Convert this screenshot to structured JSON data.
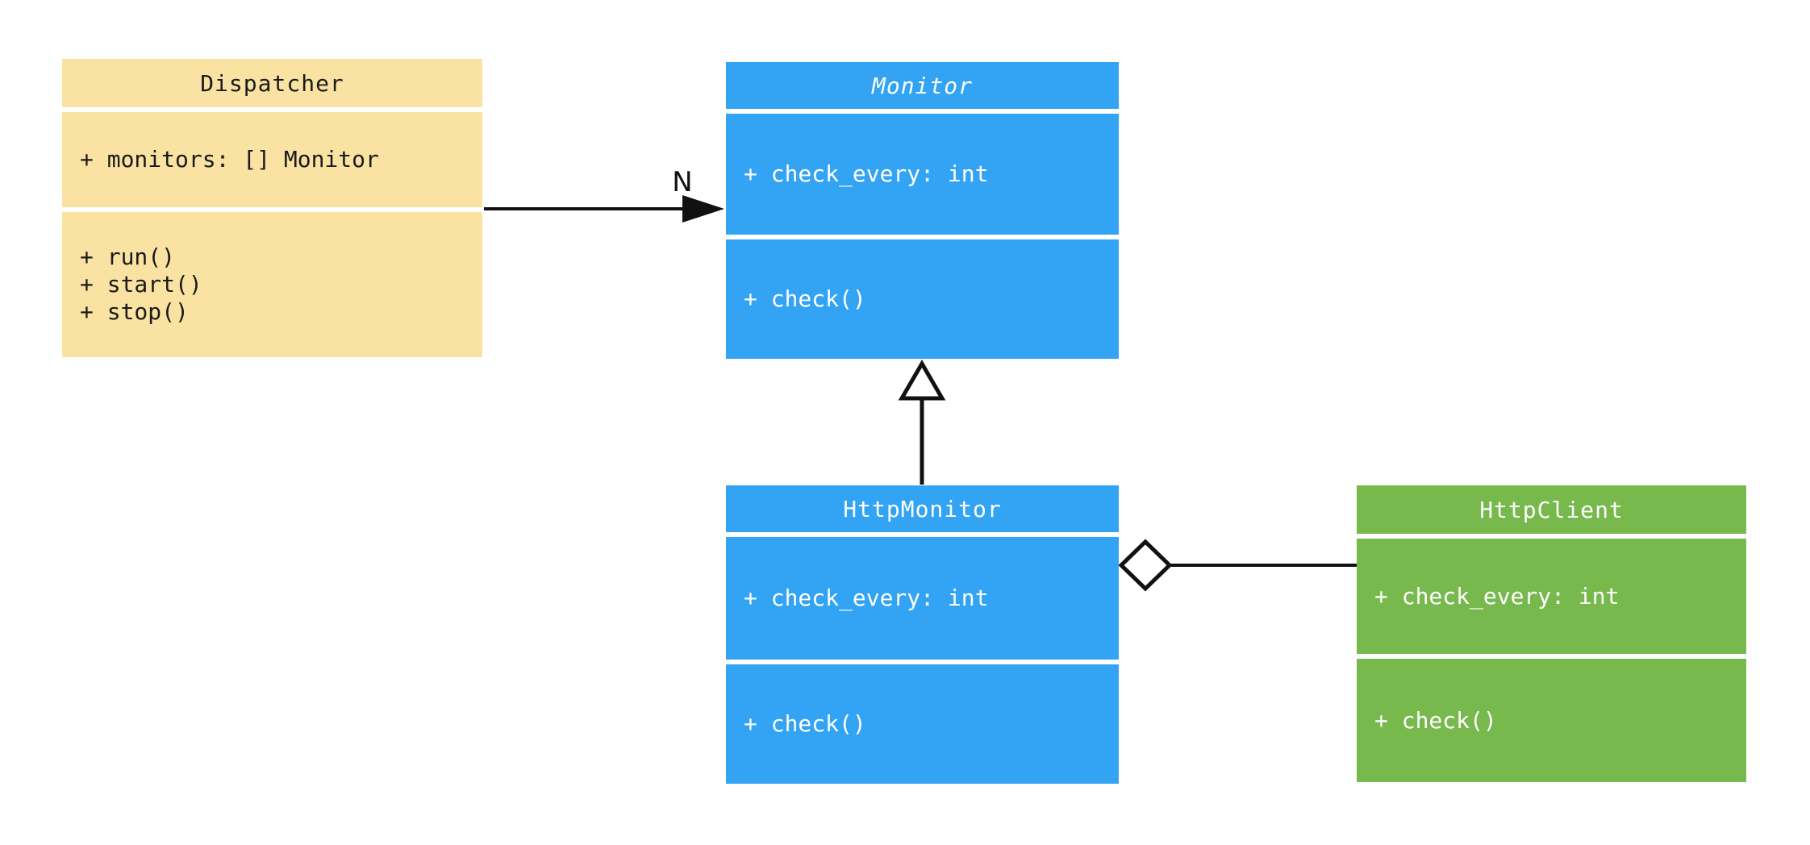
{
  "diagram": {
    "type": "uml-class-diagram",
    "background_color": "#FFFFFF",
    "edge_color": "#111111",
    "classes": [
      {
        "name": "Dispatcher",
        "abstract": false,
        "fill_color": "#FAE3A2",
        "text_color": "#1A1A1A",
        "attributes": [
          "+ monitors: [] Monitor"
        ],
        "methods": [
          "+ run()",
          "+ start()",
          "+ stop()"
        ]
      },
      {
        "name": "Monitor",
        "abstract": true,
        "fill_color": "#33A3F4",
        "text_color": "#FFFFFF",
        "attributes": [
          "+ check_every: int"
        ],
        "methods": [
          "+ check()"
        ]
      },
      {
        "name": "HttpMonitor",
        "abstract": false,
        "fill_color": "#33A3F4",
        "text_color": "#FFFFFF",
        "attributes": [
          "+ check_every: int"
        ],
        "methods": [
          "+ check()"
        ]
      },
      {
        "name": "HttpClient",
        "abstract": false,
        "fill_color": "#78B94E",
        "text_color": "#FFFFFF",
        "attributes": [
          "+ check_every: int"
        ],
        "methods": [
          "+ check()"
        ]
      }
    ],
    "relationships": [
      {
        "type": "directed-association",
        "from": "Dispatcher",
        "to": "Monitor",
        "label": "N"
      },
      {
        "type": "inheritance",
        "from": "HttpMonitor",
        "to": "Monitor",
        "label": ""
      },
      {
        "type": "aggregation",
        "from": "HttpMonitor",
        "to": "HttpClient",
        "label": ""
      }
    ]
  }
}
